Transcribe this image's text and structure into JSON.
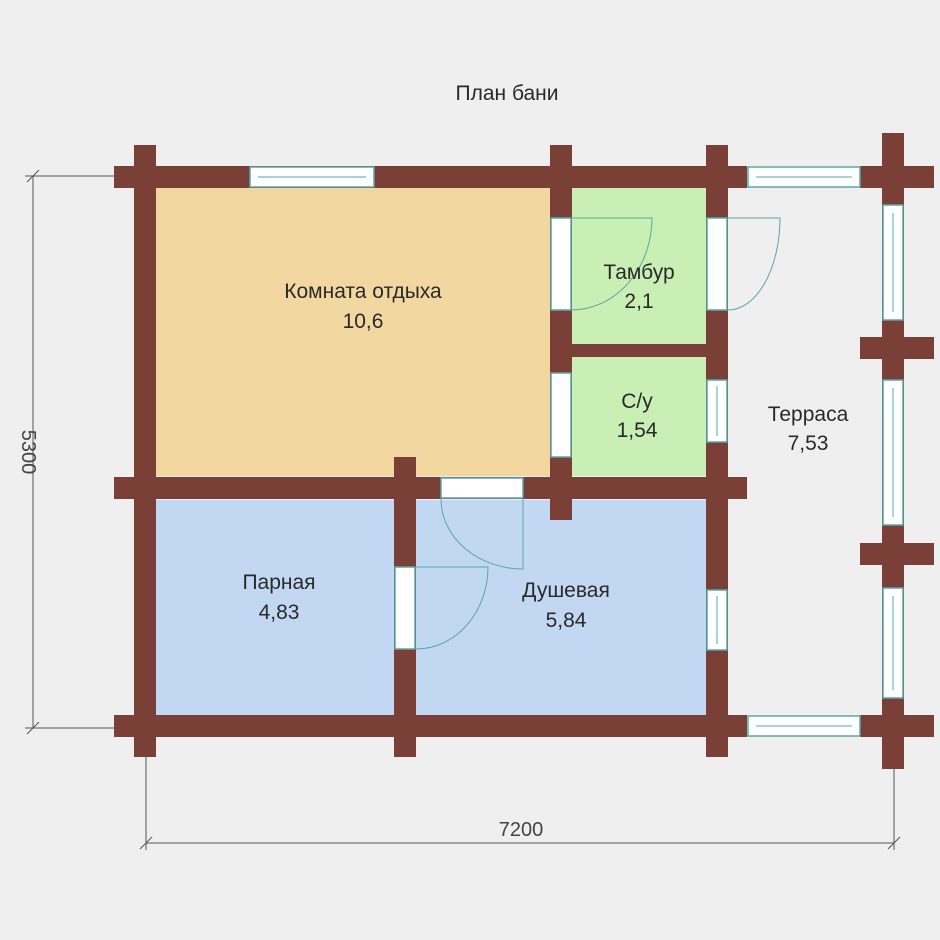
{
  "title": "План бани",
  "colors": {
    "background": "#efefef",
    "wall": "#7a3f37",
    "rest_room": "#f2d7a0",
    "vestibule": "#c9efb4",
    "wc": "#c9efb4",
    "steam_room": "#c2d8f2",
    "shower": "#c2d8f2",
    "window_frame": "#5aa7a7",
    "window_glass": "#ffffff",
    "door_swing": "#5aa7a7",
    "dimension_line": "#555555"
  },
  "rooms": {
    "rest_room": {
      "name": "Комната отдыха",
      "area": "10,6"
    },
    "vestibule": {
      "name": "Тамбур",
      "area": "2,1"
    },
    "wc": {
      "name": "С/у",
      "area": "1,54"
    },
    "terrace": {
      "name": "Терраса",
      "area": "7,53"
    },
    "steam_room": {
      "name": "Парная",
      "area": "4,83"
    },
    "shower": {
      "name": "Душевая",
      "area": "5,84"
    }
  },
  "dimensions": {
    "height": "5300",
    "width": "7200"
  }
}
